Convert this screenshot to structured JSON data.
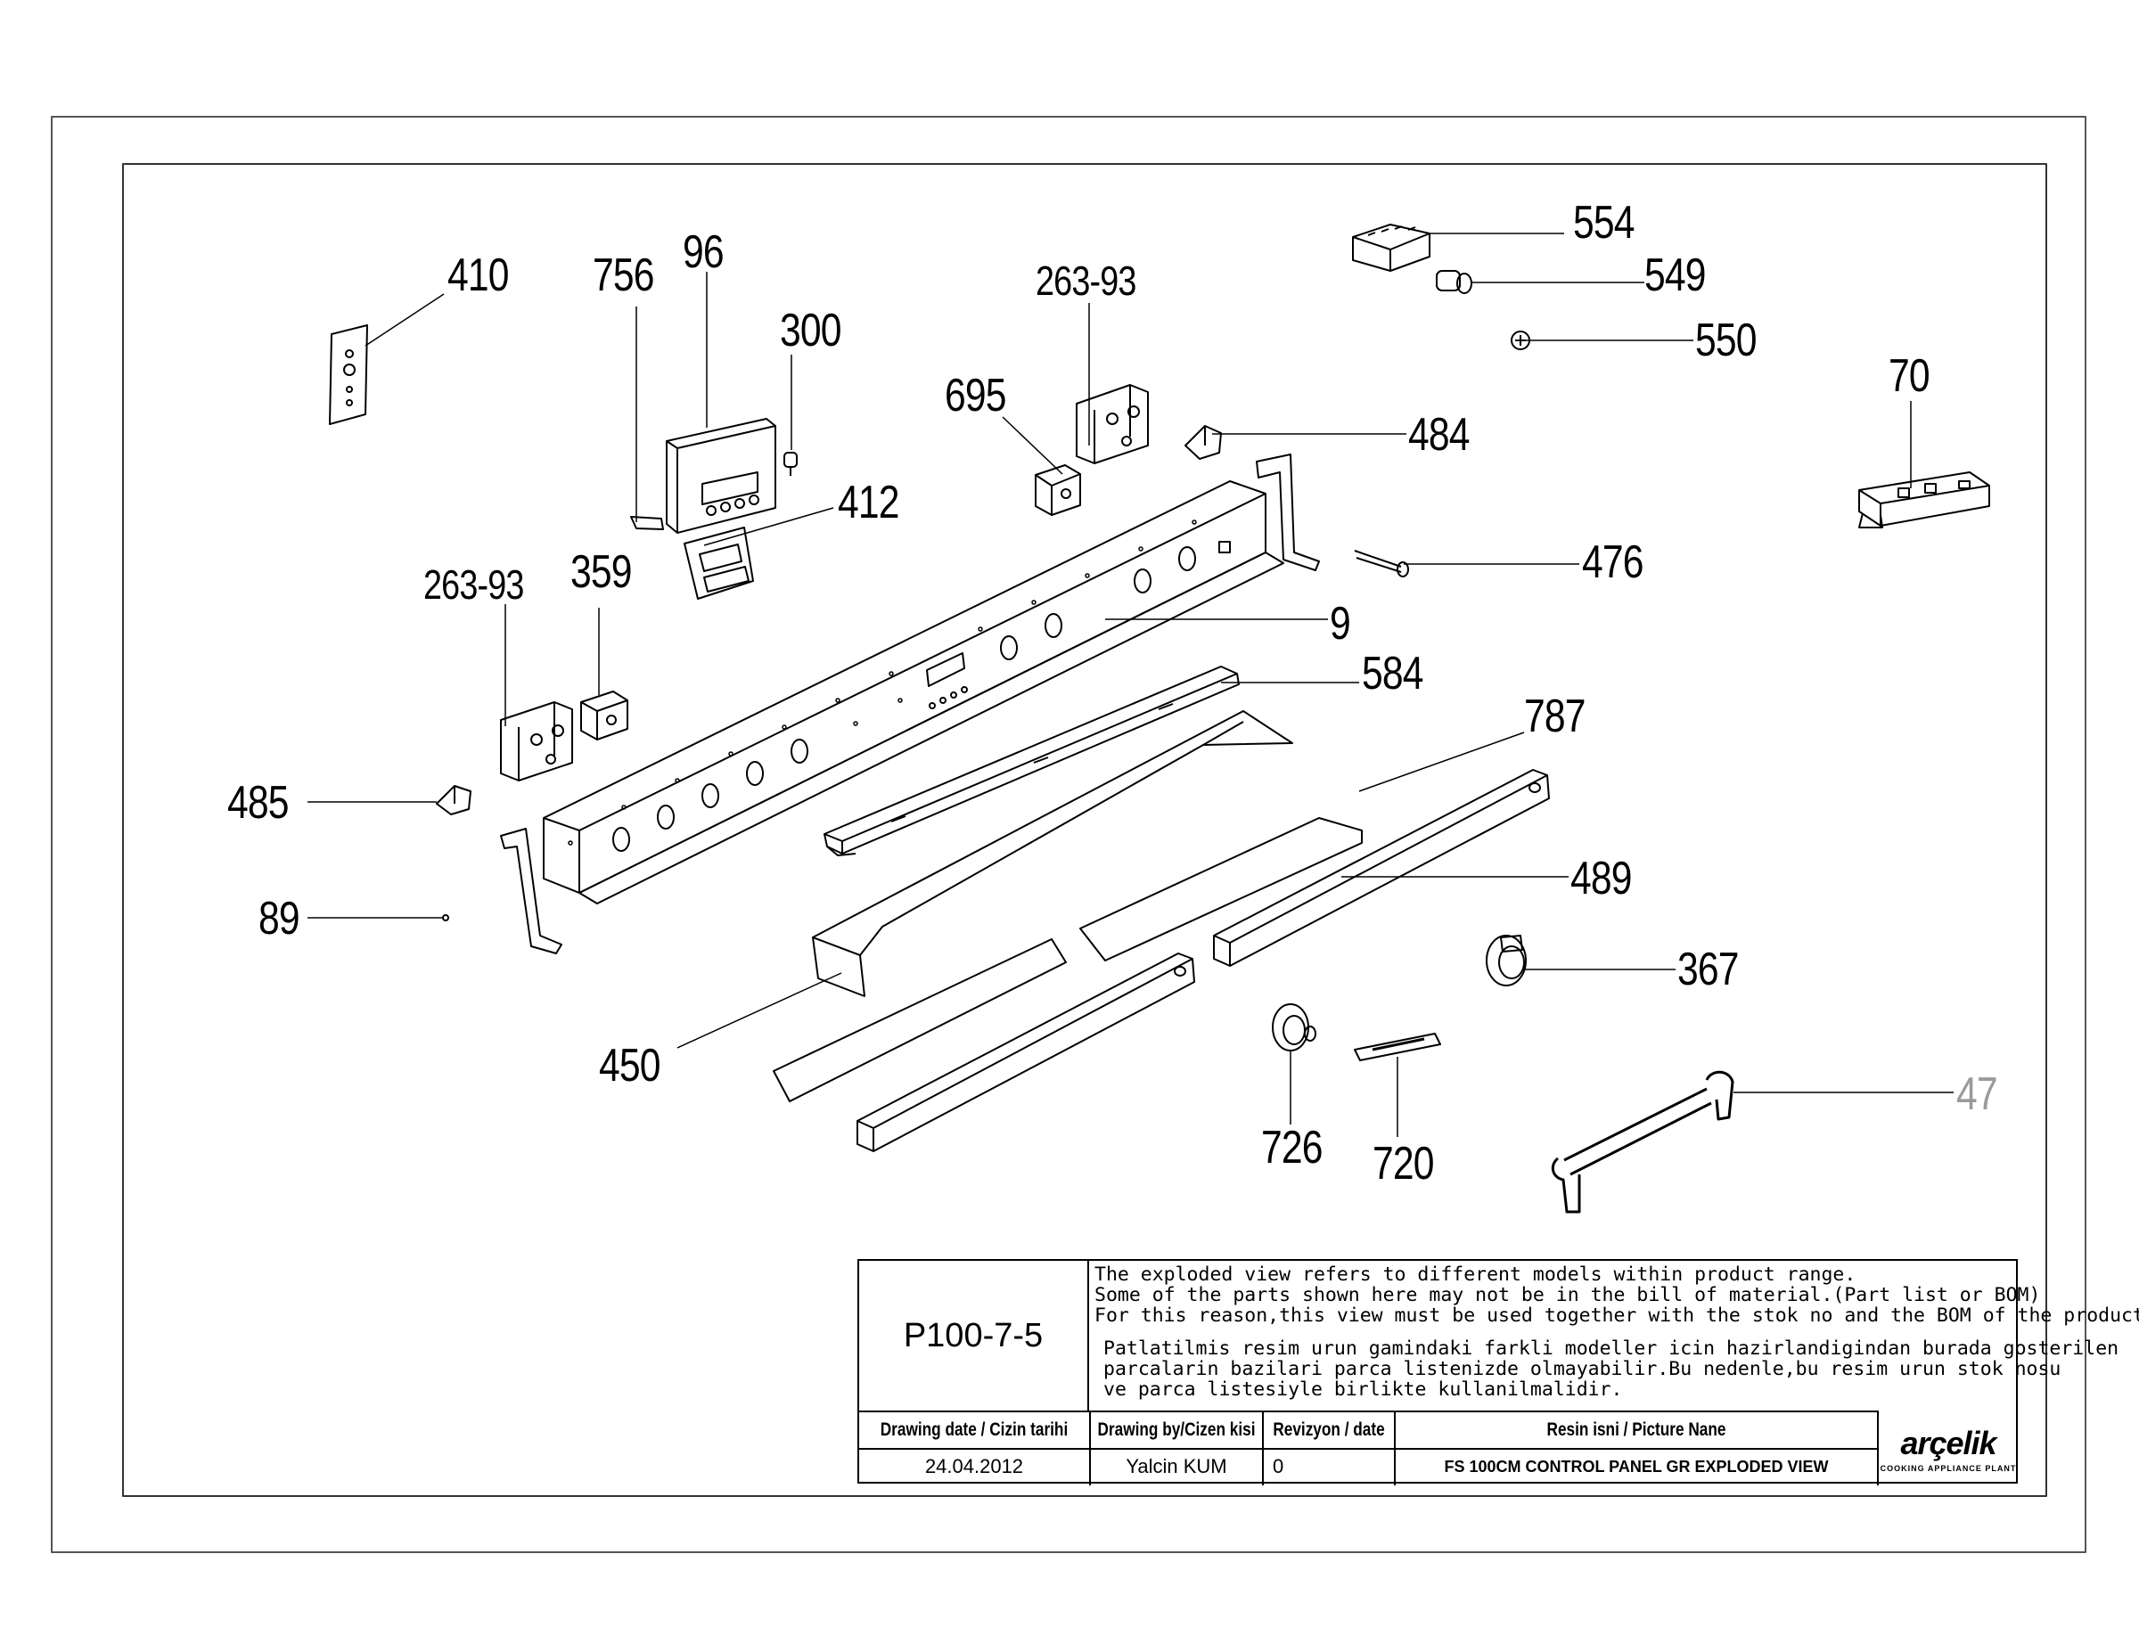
{
  "part_labels": {
    "p410": "410",
    "p756": "756",
    "p96": "96",
    "p300": "300",
    "p263_93_top": "263-93",
    "p695": "695",
    "p554": "554",
    "p549": "549",
    "p550": "550",
    "p70": "70",
    "p484": "484",
    "p412": "412",
    "p476": "476",
    "p359": "359",
    "p263_93_left": "263-93",
    "p9": "9",
    "p584": "584",
    "p787": "787",
    "p485": "485",
    "p489": "489",
    "p89": "89",
    "p367": "367",
    "p450": "450",
    "p47": "47",
    "p726": "726",
    "p720": "720"
  },
  "title_block": {
    "drawing_code": "P100-7-5",
    "note_en": [
      "The exploded view refers to different models within product range.",
      "Some of the parts shown here may not be in the bill of material.(Part list or BOM)",
      "For this reason,this view must be used together with the stok no and the BOM of the product"
    ],
    "note_tr": [
      "Patlatilmis resim urun gamindaki farkli modeller icin hazirlandigindan burada gosterilen",
      "parcalarin bazilari parca listenizde olmayabilir.Bu nedenle,bu resim urun stok nosu",
      "ve parca listesiyle birlikte kullanilmalidir."
    ],
    "header_date": "Drawing date / Cizin tarihi",
    "header_by": "Drawing by/Cizen kisi",
    "header_rev": "Revizyon / date",
    "header_name": "Resin isni / Picture Nane",
    "date": "24.04.2012",
    "by": "Yalcin KUM",
    "rev": "0",
    "picture_name": "FS 100CM CONTROL PANEL GR EXPLODED VIEW",
    "logo_text": "arçelik",
    "logo_sub": "COOKING APPLIANCE PLANT"
  }
}
